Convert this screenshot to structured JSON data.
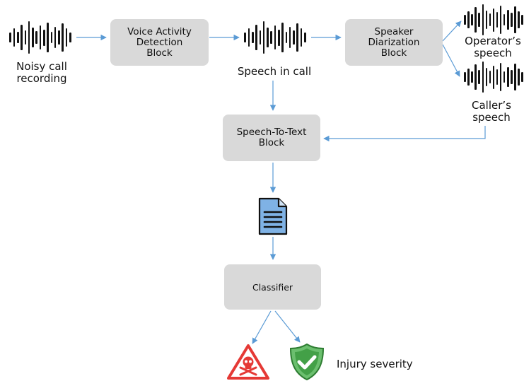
{
  "labels": {
    "noisy_recording": "Noisy call\nrecording",
    "speech_in_call": "Speech in call",
    "operator_speech": "Operator’s\nspeech",
    "caller_speech": "Caller’s\nspeech",
    "injury_severity": "Injury severity"
  },
  "blocks": {
    "vad": "Voice Activity\nDetection\nBlock",
    "diarization": "Speaker\nDiarization\nBlock",
    "stt": "Speech-To-Text\nBlock",
    "classifier": "Classifier"
  },
  "icons": {
    "waveform": "waveform-icon",
    "document": "document-icon",
    "danger": "skull-warning-icon",
    "safe": "shield-check-icon"
  },
  "colors": {
    "block_fill": "#d9d9d9",
    "arrow": "#5b9bd5",
    "danger": "#e53935",
    "safe": "#43a047",
    "document": "#7fb2e5"
  }
}
